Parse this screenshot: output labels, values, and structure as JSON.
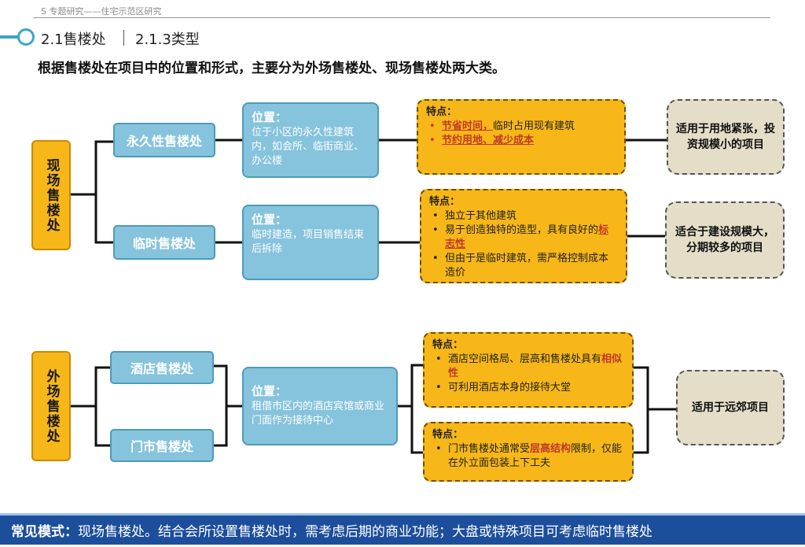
{
  "header": {
    "breadcrumb": "S 专题研究——住宅示范区研究",
    "section": "2.1售楼处",
    "subsection": "2.1.3类型",
    "subtitle": "根据售楼处在项目中的位置和形式，主要分为外场售楼处、现场售楼处两大类。"
  },
  "groups": [
    {
      "category": "现场售楼处",
      "types": [
        {
          "name": "永久性售楼处",
          "position_title": "位置：",
          "position_text": "位于小区的永久性建筑内，如会所、临街商业、办公楼",
          "feature_title": "特点：",
          "features": [
            {
              "highlight": "节省时间，",
              "rest": "临时占用现有建筑"
            },
            {
              "highlight": "节约用地、减少成本",
              "rest": ""
            }
          ],
          "suitable": "适用于用地紧张，投资规模小的项目"
        },
        {
          "name": "临时售楼处",
          "position_title": "位置：",
          "position_text": "临时建造，项目销售结束后拆除",
          "feature_title": "特点：",
          "features": [
            {
              "before": "独立于其他建筑",
              "highlight": "",
              "after": ""
            },
            {
              "before": "易于创造独特的造型，具有良好的",
              "highlight": "标志性",
              "after": ""
            },
            {
              "before": "但由于是临时建筑，需严格控制成本造价",
              "highlight": "",
              "after": ""
            }
          ],
          "suitable": "适合于建设规模大，分期较多的项目"
        }
      ]
    },
    {
      "category": "外场售楼处",
      "types": [
        {
          "name": "酒店售楼处"
        },
        {
          "name": "门市售楼处"
        }
      ],
      "position_title": "位置：",
      "position_text": "租借市区内的酒店宾馆或商业门面作为接待中心",
      "feature_boxes": [
        {
          "feature_title": "特点：",
          "features": [
            {
              "before": "酒店空间格局、层高和售楼处具有",
              "highlight": "相似性",
              "after": ""
            },
            {
              "before": "可利用酒店本身的接待大堂",
              "highlight": "",
              "after": ""
            }
          ]
        },
        {
          "feature_title": "特点：",
          "features": [
            {
              "before": "门市售楼处通常受",
              "highlight": "层高结构",
              "after": "限制，仅能在外立面包装上下工夫"
            }
          ]
        }
      ],
      "suitable": "适用于远郊项目"
    }
  ],
  "footer": {
    "label": "常见模式：",
    "text": "现场售楼处。结合会所设置售楼处时，需考虑后期的商业功能；大盘或特殊项目可考虑临时售楼处"
  },
  "colors": {
    "accent_blue": "#3aa6c8",
    "box_blue": "#86c3dc",
    "box_orange": "#f7b718",
    "box_beige": "#e4dec8",
    "footer_blue": "#1c4e9c",
    "highlight_red": "#c0392b"
  }
}
